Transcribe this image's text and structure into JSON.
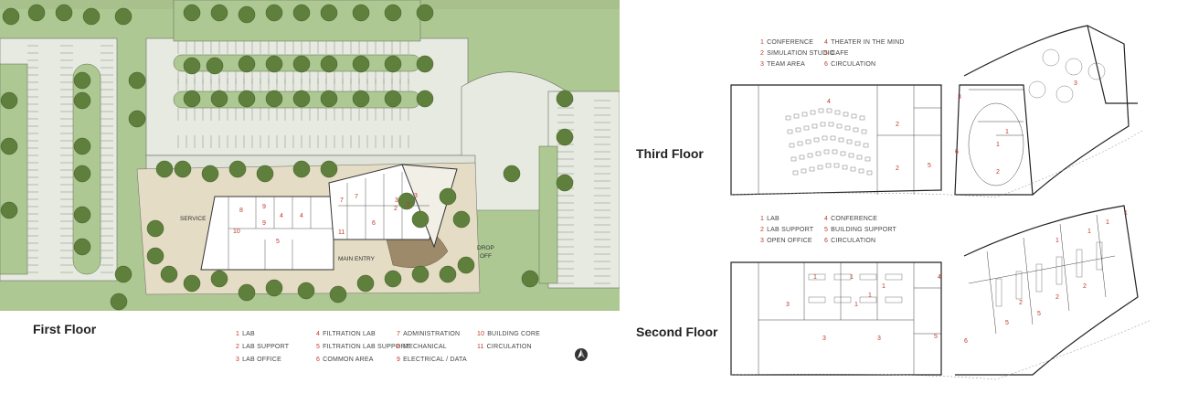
{
  "first_floor": {
    "title": "First Floor",
    "legend": [
      {
        "num": "1",
        "label": "LAB"
      },
      {
        "num": "2",
        "label": "LAB SUPPORT"
      },
      {
        "num": "3",
        "label": "LAB OFFICE"
      },
      {
        "num": "4",
        "label": "FILTRATION LAB"
      },
      {
        "num": "5",
        "label": "FILTRATION LAB SUPPORT"
      },
      {
        "num": "6",
        "label": "COMMON AREA"
      },
      {
        "num": "7",
        "label": "ADMINISTRATION"
      },
      {
        "num": "8",
        "label": "MECHANICAL"
      },
      {
        "num": "9",
        "label": "ELECTRICAL / DATA"
      },
      {
        "num": "10",
        "label": "BUILDING CORE"
      },
      {
        "num": "11",
        "label": "CIRCULATION"
      }
    ],
    "site_labels": {
      "service": "SERVICE",
      "main_entry": "MAIN ENTRY",
      "drop": "DROP",
      "off": "OFF"
    },
    "room_numbers": [
      "8",
      "9",
      "4",
      "4",
      "9",
      "10",
      "5",
      "11",
      "7",
      "3",
      "7",
      "2",
      "6",
      "2",
      "3"
    ],
    "colors": {
      "grass": "#a9c48f",
      "parking": "#e9ece4",
      "tree": "#5f7f3c",
      "building": "#ffffff",
      "plaza": "#e4dcc4"
    }
  },
  "third_floor": {
    "title": "Third Floor",
    "legend": [
      {
        "num": "1",
        "label": "CONFERENCE"
      },
      {
        "num": "2",
        "label": "SIMULATION STUDIO"
      },
      {
        "num": "3",
        "label": "TEAM AREA"
      },
      {
        "num": "4",
        "label": "THEATER IN THE MIND"
      },
      {
        "num": "5",
        "label": "CAFE"
      },
      {
        "num": "6",
        "label": "CIRCULATION"
      }
    ],
    "room_numbers": [
      "4",
      "1",
      "2",
      "2",
      "5",
      "6",
      "3",
      "3",
      "1",
      "2"
    ]
  },
  "second_floor": {
    "title": "Second Floor",
    "legend": [
      {
        "num": "1",
        "label": "LAB"
      },
      {
        "num": "2",
        "label": "LAB SUPPORT"
      },
      {
        "num": "3",
        "label": "OPEN OFFICE"
      },
      {
        "num": "4",
        "label": "CONFERENCE"
      },
      {
        "num": "5",
        "label": "BUILDING SUPPORT"
      },
      {
        "num": "6",
        "label": "CIRCULATION"
      }
    ],
    "room_numbers": [
      "3",
      "1",
      "1",
      "1",
      "1",
      "1",
      "3",
      "3",
      "4",
      "5",
      "6",
      "1",
      "1",
      "1",
      "2",
      "2",
      "2",
      "5",
      "5",
      "1"
    ]
  },
  "icons": {
    "north_arrow": "north-arrow-icon"
  },
  "accent_color": "#c0392b"
}
